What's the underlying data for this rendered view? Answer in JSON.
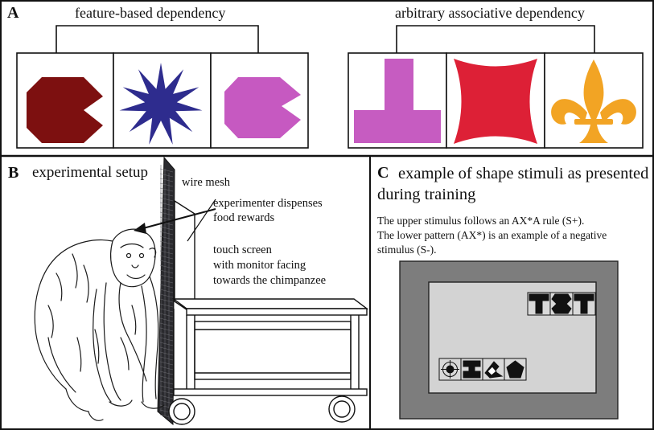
{
  "panel_a": {
    "letter": "A",
    "left_title": "feature-based dependency",
    "right_title": "arbitrary associative dependency",
    "left_colors": [
      "#7d1010",
      "#2e2c8e",
      "#c659c1"
    ],
    "right_colors": [
      "#c65cc1",
      "#dd2036",
      "#f2a424"
    ]
  },
  "panel_b": {
    "letter": "B",
    "title": "experimental setup",
    "labels": {
      "wire_mesh": "wire mesh",
      "experimenter_1": "experimenter dispenses",
      "experimenter_2": "food rewards",
      "touch_1": "touch screen",
      "touch_2": "with monitor facing",
      "touch_3": "towards the chimpanzee"
    }
  },
  "panel_c": {
    "letter": "C",
    "title_1": "example of shape stimuli as presented",
    "title_2": "during training",
    "desc_1": "The upper stimulus follows an AX*A rule (S+).",
    "desc_2": "The lower pattern (AX*) is an example of a negative",
    "desc_3": "stimulus (S-).",
    "screen_frame_color": "#7d7d7d",
    "screen_color": "#d3d3d3"
  }
}
